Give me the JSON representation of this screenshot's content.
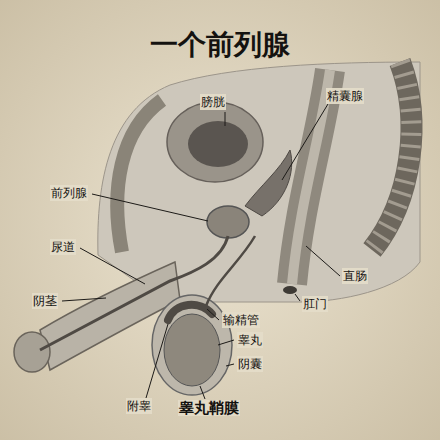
{
  "diagram": {
    "title": "一个前列腺",
    "labels": [
      "膀胱",
      "精囊腺",
      "前列腺",
      "尿道",
      "直肠",
      "阴茎",
      "肛门",
      "输精管",
      "睾丸",
      "阴囊",
      "附睾",
      "睾丸鞘膜"
    ]
  }
}
